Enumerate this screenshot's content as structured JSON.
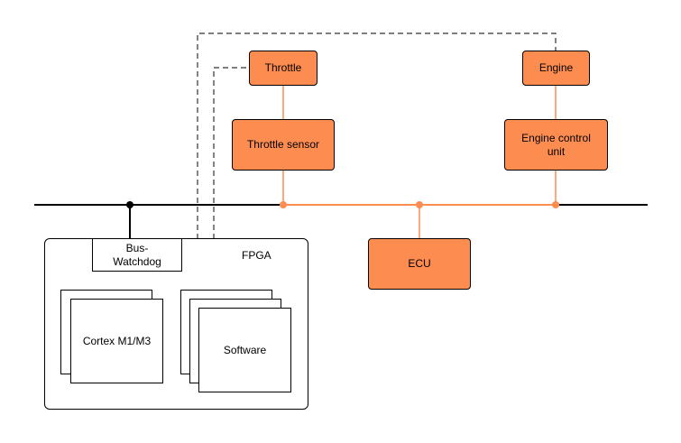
{
  "colors": {
    "bus_line": "#000000",
    "orange_line": "#fd8c51",
    "orange_fill": "#fd8c51",
    "dashed_line": "#333333"
  },
  "nodes": {
    "throttle": "Throttle",
    "throttle_sensor": "Throttle sensor",
    "engine": "Engine",
    "engine_control_unit": "Engine control\nunit",
    "ecu": "ECU",
    "bus_watchdog": "Bus-\nWatchdog",
    "fpga": "FPGA",
    "cortex": "Cortex M1/M3",
    "software": "Software"
  }
}
